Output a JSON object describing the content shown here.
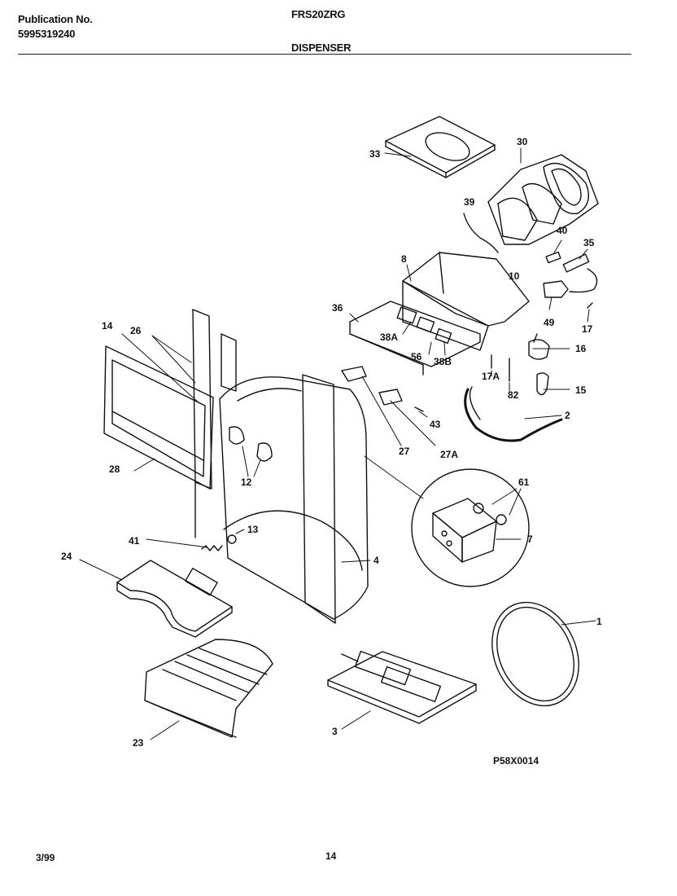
{
  "header": {
    "pub_label": "Publication No.",
    "pub_number": "5995319240",
    "model": "FRS20ZRG",
    "section": "DISPENSER"
  },
  "diagram": {
    "labels": {
      "p1": "1",
      "p2": "2",
      "p3": "3",
      "p4": "4",
      "p7": "7",
      "p8": "8",
      "p10": "10",
      "p12": "12",
      "p13": "13",
      "p14": "14",
      "p15": "15",
      "p16": "16",
      "p17": "17",
      "p17a": "17A",
      "p23": "23",
      "p24": "24",
      "p26": "26",
      "p27": "27",
      "p27a": "27A",
      "p28": "28",
      "p30": "30",
      "p33": "33",
      "p35": "35",
      "p36": "36",
      "p38a": "38A",
      "p38b": "38B",
      "p39": "39",
      "p40": "40",
      "p41": "41",
      "p43": "43",
      "p49": "49",
      "p56": "56",
      "p61": "61",
      "p82": "82"
    },
    "figure_code": "P58X0014"
  },
  "footer": {
    "date": "3/99",
    "page": "14"
  }
}
